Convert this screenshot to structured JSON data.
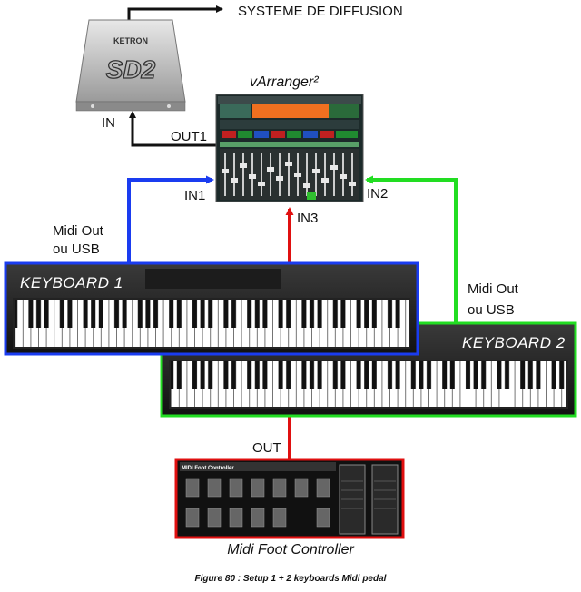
{
  "labels": {
    "systeme": "SYSTEME DE DIFFUSION",
    "ketron": "KETRON",
    "sd2": "SD2",
    "in_sd2": "IN",
    "out1": "OUT1",
    "varranger": "vArranger²",
    "in1": "IN1",
    "in2": "IN2",
    "in3": "IN3",
    "midi_out_left_1": "Midi Out",
    "midi_out_left_2": "ou USB",
    "midi_out_right_1": "Midi Out",
    "midi_out_right_2": "ou USB",
    "keyboard1": "KEYBOARD 1",
    "keyboard2": "KEYBOARD 2",
    "out_foot": "OUT",
    "foot_panel": "MIDI Foot Controller",
    "foot_name": "Midi Foot Controller",
    "caption": "Figure 80 : Setup 1 + 2 keyboards Midi pedal"
  },
  "colors": {
    "blue": "#1a3cf0",
    "green": "#22dd22",
    "red": "#e01010",
    "black": "#111111"
  }
}
